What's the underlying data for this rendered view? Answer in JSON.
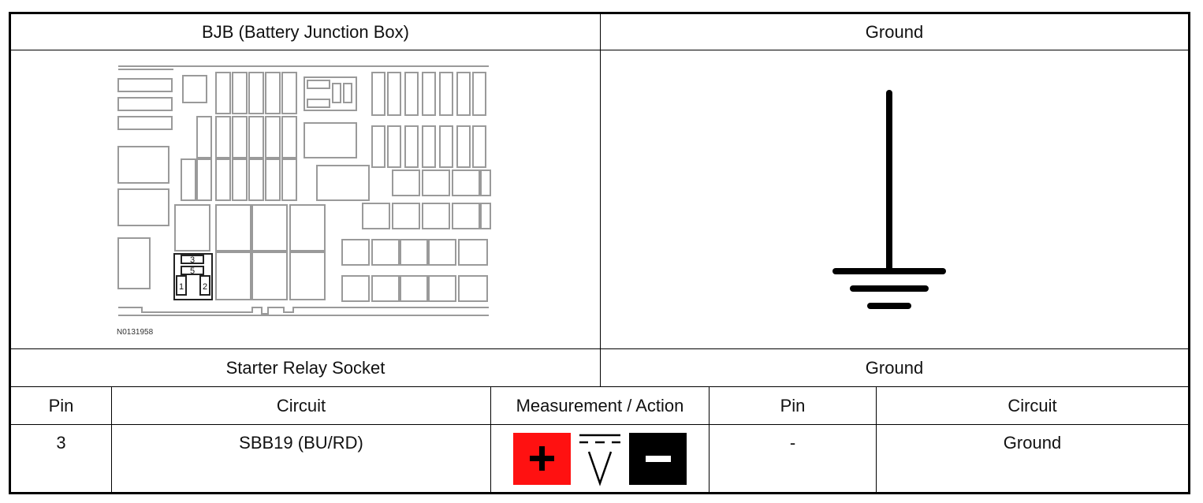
{
  "header": {
    "left_title": "BJB (Battery Junction Box)",
    "right_title": "Ground"
  },
  "diagram": {
    "figure_code": "N0131958",
    "relay_pins": [
      "3",
      "5",
      "1",
      "2"
    ]
  },
  "subheader": {
    "left": "Starter Relay Socket",
    "right": "Ground"
  },
  "columns": {
    "pin": "Pin",
    "circuit": "Circuit",
    "measurement": "Measurement / Action",
    "pin2": "Pin",
    "circuit2": "Circuit"
  },
  "row": {
    "pin": "3",
    "circuit": "SBB19 (BU/RD)",
    "pin2": "-",
    "circuit2": "Ground"
  },
  "measurement_icons": {
    "positive": "plus-probe-icon",
    "meter": "dc-voltage-icon",
    "negative": "minus-probe-icon",
    "positive_color": "#ff1111",
    "negative_color": "#000000"
  }
}
